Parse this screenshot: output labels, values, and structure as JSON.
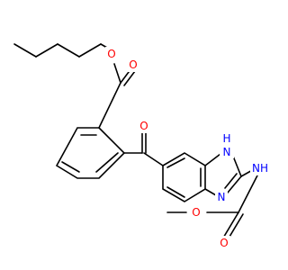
{
  "colors": {
    "background": "#ffffff",
    "bond": "#000000",
    "oxygen": "#ff0000",
    "nitrogen": "#0000ff"
  },
  "atom_labels": {
    "ester_ether_oxygen": "O",
    "ester_carbonyl_oxygen": "O",
    "ketone_oxygen": "O",
    "imidazole_nh": "H\nN",
    "imidazole_nh_h": "H",
    "imidazole_nh_n": "N",
    "imidazole_n": "N",
    "carbamate_nh": "NH",
    "carbamate_carbonyl_oxygen": "O",
    "carbamate_ether_oxygen": "O"
  }
}
